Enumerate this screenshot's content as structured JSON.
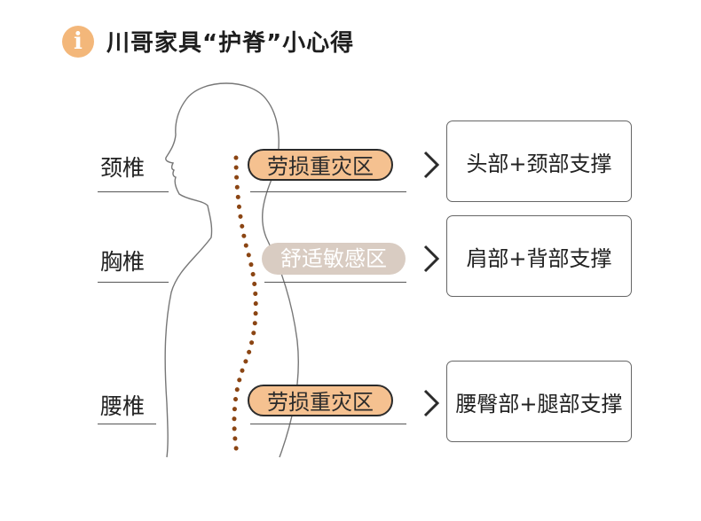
{
  "header": {
    "icon": "info-icon",
    "icon_glyph": "i",
    "icon_color": "#f3b77a",
    "title": "川哥家具“护脊”小心得"
  },
  "rows": [
    {
      "region": "颈椎",
      "status": "劳损重灾区",
      "status_type": "hot",
      "support": "头部+颈部支撑"
    },
    {
      "region": "胸椎",
      "status": "舒适敏感区",
      "status_type": "ok",
      "support": "肩部+背部支撑"
    },
    {
      "region": "腰椎",
      "status": "劳损重灾区",
      "status_type": "hot",
      "support": "腰臀部+腿部支撑"
    }
  ],
  "colors": {
    "hot_badge": "#f5c190",
    "ok_badge": "#d9ccc2",
    "spine_dots": "#8b4513"
  }
}
